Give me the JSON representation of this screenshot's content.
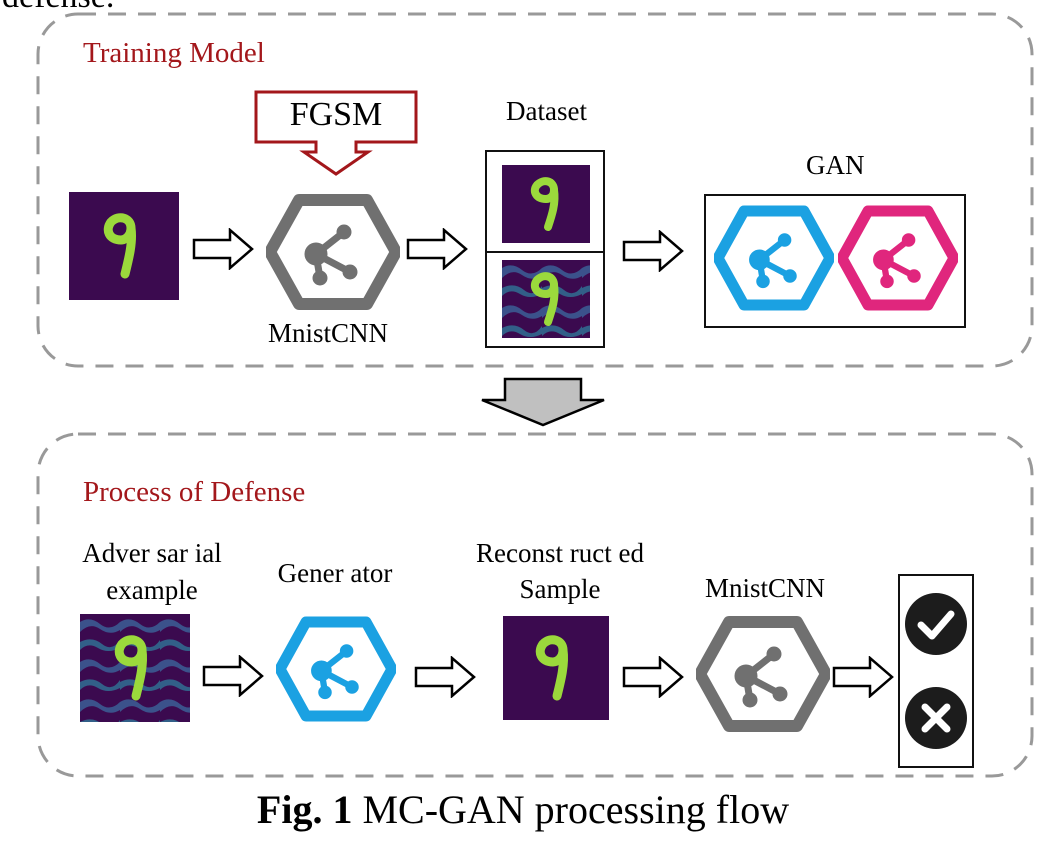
{
  "cut_top_text": "defense.",
  "training": {
    "title": "Training Model",
    "fgsm_label": "FGSM",
    "cnn_label": "MnistCNN",
    "dataset_label": "Dataset",
    "gan_label": "GAN"
  },
  "defense": {
    "title": "Process of Defense",
    "adversarial_label_line1": "Adver sar ial",
    "adversarial_label_line2": "example",
    "generator_label": "Gener ator",
    "reconstructed_label_line1": "Reconst ruct ed",
    "reconstructed_label_line2": "Sample",
    "cnn_label": "MnistCNN"
  },
  "caption": {
    "prefix": "Fig. 1",
    "text": " MC-GAN processing flow"
  },
  "colors": {
    "accent_red": "#a3171b",
    "cnn_gray": "#707070",
    "generator_blue": "#1ba1e2",
    "discriminator_pink": "#e0267d",
    "digit_bg": "#3b0a4f",
    "digit_stroke": "#9bd93c",
    "noise_blue": "#3b528b",
    "dashed_border": "#999999",
    "big_arrow_fill": "#c0c0c0"
  },
  "icons": {
    "cnn": "network-hexagon-icon",
    "generator": "network-hexagon-icon",
    "discriminator": "network-hexagon-icon",
    "correct": "check-circle-icon",
    "wrong": "x-circle-icon"
  }
}
